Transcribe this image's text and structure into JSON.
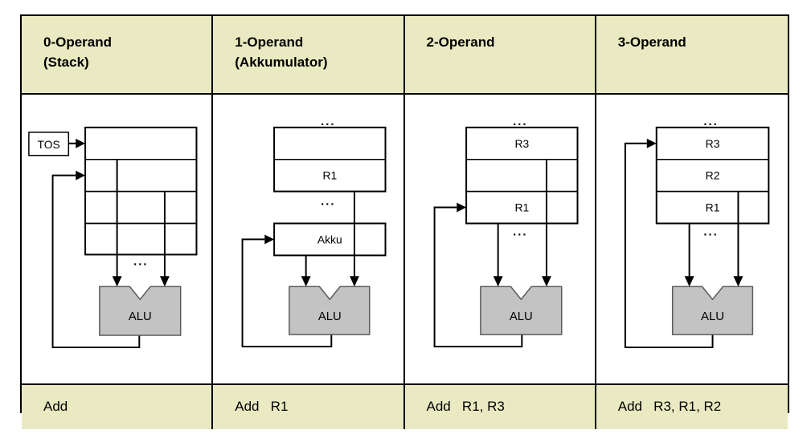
{
  "colors": {
    "band_background": "#eaeac2",
    "register_light": "#e8e8e8",
    "register_dark": "#c3c3c3",
    "alu_fill": "#c3c3c3",
    "alu_border": "#595959",
    "line": "#000000",
    "page_background": "#ffffff"
  },
  "table": {
    "columns": [
      {
        "header_line1": "0-Operand",
        "header_line2": "(Stack)",
        "instruction": "Add",
        "diagram": {
          "tos_label": "TOS",
          "dots_bottom": "...",
          "alu_label": "ALU"
        }
      },
      {
        "header_line1": "1-Operand",
        "header_line2": "(Akkumulator)",
        "instruction": "Add   R1",
        "diagram": {
          "dots_top": "...",
          "r1_label": "R1",
          "dots_bottom": "...",
          "akku_label": "Akku",
          "alu_label": "ALU"
        }
      },
      {
        "header_line1": "2-Operand",
        "header_line2": "",
        "instruction": "Add   R1, R3",
        "diagram": {
          "dots_top": "...",
          "r3_label": "R3",
          "r1_label": "R1",
          "dots_bottom": "...",
          "alu_label": "ALU"
        }
      },
      {
        "header_line1": "3-Operand",
        "header_line2": "",
        "instruction": "Add   R3, R1, R2",
        "diagram": {
          "dots_top": "...",
          "r3_label": "R3",
          "r2_label": "R2",
          "r1_label": "R1",
          "dots_bottom": "...",
          "alu_label": "ALU"
        }
      }
    ]
  }
}
